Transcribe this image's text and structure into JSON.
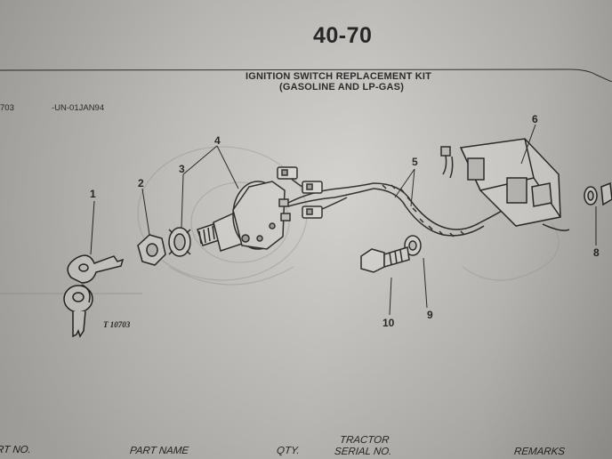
{
  "page": {
    "number": "40-70",
    "title_line1": "IGNITION SWITCH REPLACEMENT KIT",
    "title_line2": "(GASOLINE AND LP-GAS)",
    "ref_code": "703",
    "ref_date": "-UN-01JAN94"
  },
  "figure": {
    "code": "T 10703",
    "callouts": [
      "1",
      "2",
      "3",
      "4",
      "5",
      "6",
      "8",
      "9",
      "10"
    ]
  },
  "table": {
    "columns": {
      "part_no": "RT NO.",
      "part_name": "PART NAME",
      "qty": "QTY.",
      "tractor": "TRACTOR",
      "serial_no": "SERIAL NO.",
      "remarks": "REMARKS"
    }
  },
  "colors": {
    "paper": "#cfcdc8",
    "ink": "#1c1c1c"
  }
}
